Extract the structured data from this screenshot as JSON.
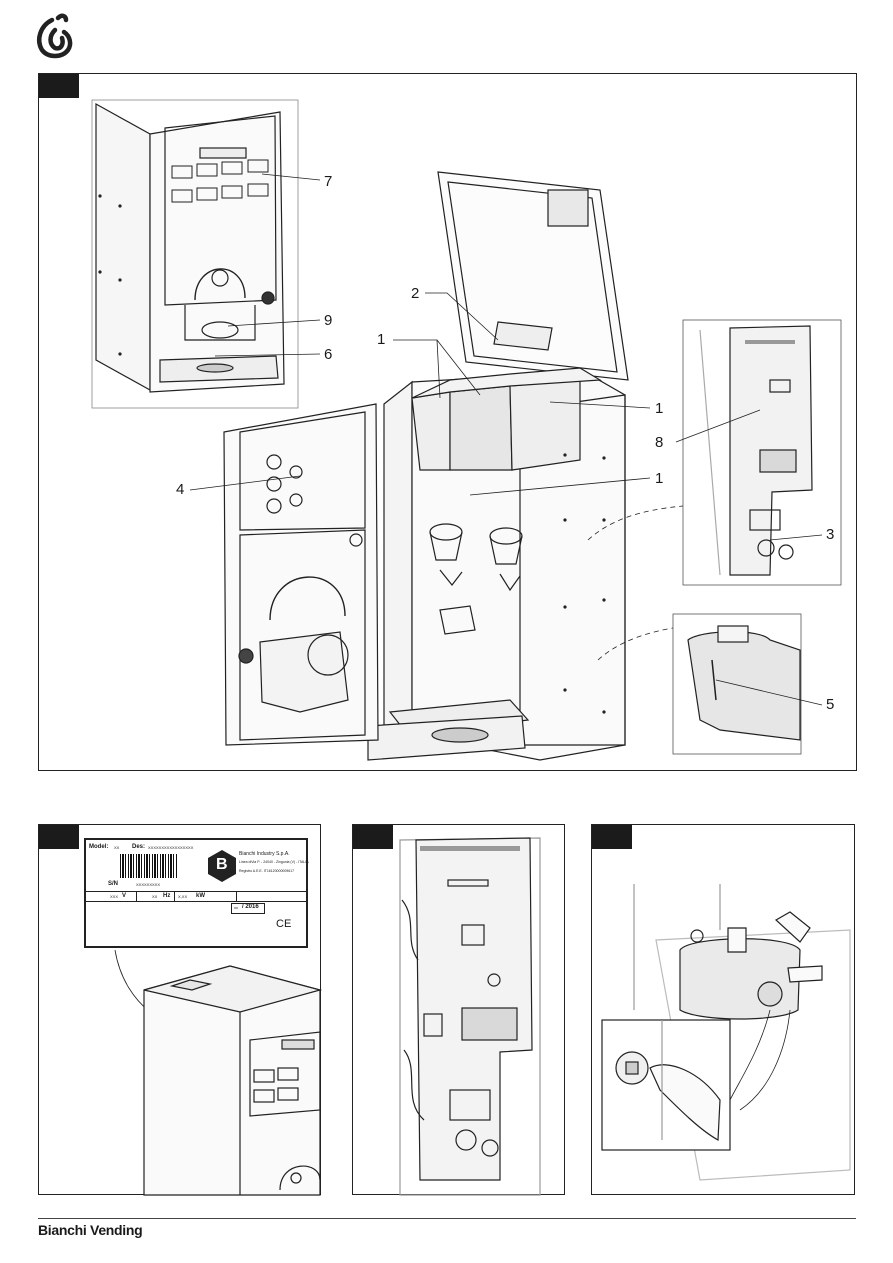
{
  "header": {
    "logo": "flame-logo-icon"
  },
  "figure_top": {
    "callouts": {
      "c7": "7",
      "c9": "9",
      "c6": "6",
      "c2": "2",
      "c1a": "1",
      "c1b": "1",
      "c1c": "1",
      "c4": "4",
      "c8": "8",
      "c3": "3",
      "c5": "5"
    }
  },
  "label_panel": {
    "model_label": "Model:",
    "model_value": "XX",
    "des_label": "Des:",
    "des_value": "XXXXXXXXXXXXXXXXX",
    "company_name": "Bianchi Industry S.p.A.",
    "company_addr1": "Linea diVia P. - 24040 - Zingonia (V) - ITALIA",
    "company_addr2": "Registro A.E.E. IT16120000009617",
    "sn_label": "S/N",
    "sn_value": "XXXXXXXXX",
    "volt_value": "XXX",
    "volt_unit": "V",
    "hz_value": "XX",
    "hz_unit": "Hz",
    "kw_value": "X,XX",
    "kw_unit": "kW",
    "year_value": "xx",
    "year_text": "/ 2016",
    "ce_mark": "CE"
  },
  "footer": {
    "brand": "Bianchi Vending"
  }
}
